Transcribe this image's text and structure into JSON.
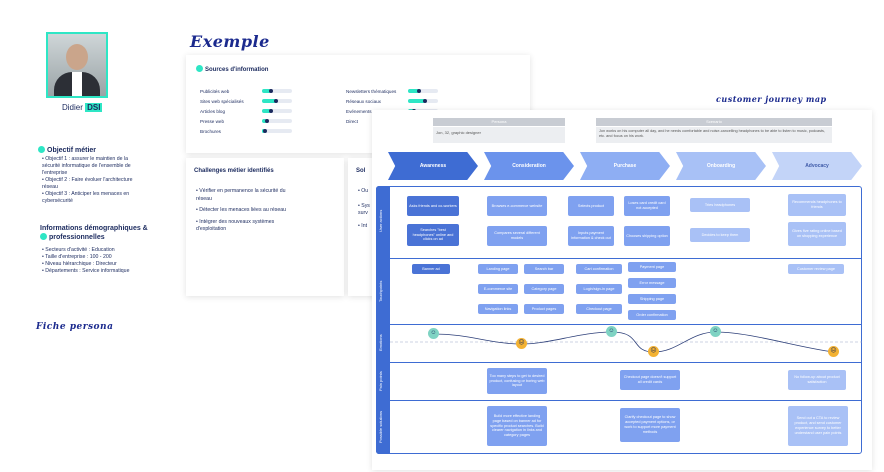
{
  "persona": {
    "name_prefix": "Didier",
    "name_role": "DSI",
    "objective_title": "Objectif métier",
    "objectives": [
      "• Objectif 1 : assurer le maintien de la",
      "sécurité informatique de l'ensemble de",
      "l'entreprise",
      "• Objectif 2 : Faire évoluer l'architecture",
      "réseau",
      "• Objectif 3 : Anticiper les menaces en",
      "cybersécurité"
    ],
    "demo_title_1": "Informations démographiques &",
    "demo_title_2": "professionnelles",
    "demo": [
      "• Secteurs d'activité : Education",
      "• Taille d'entreprise : 100 - 200",
      "• Niveau hiérarchique : Directeur",
      "• Départements : Service informatique"
    ],
    "caption": "Fiche persona"
  },
  "example": {
    "title": "Exemple",
    "sources_title": "Sources d'information",
    "sources_left": [
      {
        "label": "Publicités web",
        "level": 0.3
      },
      {
        "label": "Sites web spécialisés",
        "level": 0.45
      },
      {
        "label": "Articles blog",
        "level": 0.3
      },
      {
        "label": "Presse web",
        "level": 0.15
      },
      {
        "label": "Brochures",
        "level": 0.1
      }
    ],
    "sources_right": [
      {
        "label": "Newsletters thématiques",
        "level": 0.35
      },
      {
        "label": "Réseaux sociaux",
        "level": 0.55
      },
      {
        "label": "Evénements",
        "level": 0.2
      },
      {
        "label": "Direct",
        "level": 0.1
      }
    ],
    "challenges_title": "Challenges métier identifiés",
    "challenges": [
      "• Vérifier en permanence la sécurité du",
      "réseau",
      "• Détecter les menaces liées au réseau",
      "• Intégrer des nouveaux systèmes",
      "d'exploitation"
    ],
    "side_title": "Sol",
    "side_items": [
      "• Ou",
      "• Sys",
      "surv",
      "• Int"
    ]
  },
  "journey": {
    "caption": "customer journey map",
    "persona_label": "Persona",
    "persona_text": "Jon, 32, graphic designer",
    "scenario_label": "Scenario",
    "scenario_text": "Jon works on his computer all day, and he needs comfortable and noise-cancelling headphones to be able to listen to music, podcasts, etc. and focus on his work.",
    "stages": [
      "Awareness",
      "Consideration",
      "Purchase",
      "Onboarding",
      "Advocacy"
    ],
    "stage_colors": [
      "#3e6cd3",
      "#6b93ec",
      "#8eaef3",
      "#a8c1f6",
      "#c3d4f8"
    ],
    "rows": [
      "User actions",
      "Touchpoints",
      "Emotions",
      "Pain points",
      "Possible solutions"
    ],
    "actions": {
      "a1": "Asks friends and co-workers",
      "a2": "Searches \"best headphones\" online and clicks on ad",
      "c1": "Browses e-commerce website",
      "c2": "Compares several different models",
      "p1": "Selects product",
      "p2": "Inputs payment information & check out",
      "p3": "Loses card credit card not accepted",
      "p4": "Chooses shipping option",
      "o1": "Tries headphones",
      "o2": "Decides to keep them",
      "v1": "Recommends headphones to friends",
      "v2": "Gives five rating online based on shopping experience"
    },
    "touch": {
      "t1": "Banner ad",
      "t2": "Landing page",
      "t3": "Search bar",
      "t4": "E-commerce site",
      "t5": "Category page",
      "t6": "Navigation links",
      "t7": "Product pages",
      "t8": "Cart confirmation",
      "t9": "Login/sign-in page",
      "t10": "Checkout page",
      "t11": "Payment page",
      "t12": "Error message",
      "t13": "Shipping page",
      "t14": "Order confirmation",
      "t15": "Customer review page"
    },
    "pains": {
      "p1": "Too many steps to get to desired product, confusing or boring web layout",
      "p2": "Checkout page doesn't support all credit cards",
      "p3": "No follow-up about product satisfaction"
    },
    "solutions": {
      "s1": "Build more effective landing page based on banner ad for specific product searches. Build clearer navigation in links and category pages",
      "s2": "Clarify checkout page to show accepted payment options, or work to support more payment methods",
      "s3": "Send out a CTA to review product, and send customer experience survey to better understand user pain points"
    }
  }
}
